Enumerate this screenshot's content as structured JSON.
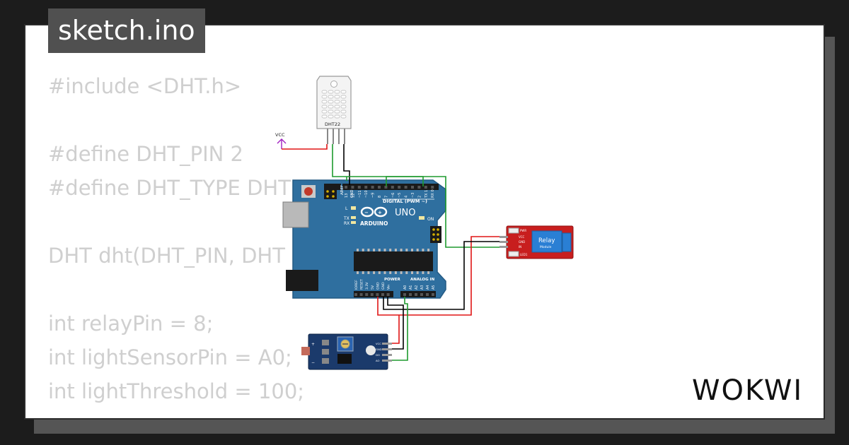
{
  "file_tab": {
    "title": "sketch.ino"
  },
  "code_lines": [
    "#include <DHT.h>",
    "",
    "#define DHT_PIN 2",
    "#define DHT_TYPE DHT",
    "",
    "DHT dht(DHT_PIN, DHT",
    "",
    "int relayPin = 8;",
    "int lightSensorPin = A0;",
    "int lightThreshold = 100;"
  ],
  "diagram": {
    "vcc_label": "VCC",
    "dht22": {
      "label": "DHT22"
    },
    "arduino": {
      "brand": "ARDUINO",
      "model": "UNO",
      "digital_label": "DIGITAL (PWM ~)",
      "power_label": "POWER",
      "analog_label": "ANALOG IN",
      "on_label": "ON",
      "l_label": "L",
      "tx_label": "TX",
      "rx_label": "RX",
      "aref_label": "AREF",
      "gnd_label": "GND",
      "digital_pins": [
        "13",
        "12",
        "~11",
        "~10",
        "~9",
        "8",
        "7",
        "~6",
        "~5",
        "4",
        "~3",
        "2",
        "TX 1",
        "RX 0"
      ],
      "power_pins": [
        "IOREF",
        "RESET",
        "3.3V",
        "5V",
        "GND",
        "GND",
        "Vin"
      ],
      "analog_pins": [
        "A0",
        "A1",
        "A2",
        "A3",
        "A4",
        "A5"
      ]
    },
    "relay": {
      "title": "Relay",
      "subtitle": "Module",
      "pins": [
        "VCC",
        "GND",
        "IN"
      ],
      "pwr_label": "PWR",
      "led_label": "LED1"
    },
    "light_sensor": {
      "pins": [
        "VCC",
        "GND",
        "DO",
        "AO"
      ],
      "plus_label": "+",
      "minus_label": "−"
    }
  },
  "brand": {
    "logo_text": "WOKWI"
  },
  "colors": {
    "background": "#1c1c1c",
    "card": "#ffffff",
    "code_text": "#cfcfcf",
    "tab_bg": "#505050",
    "arduino_board": "#2f6f9f",
    "relay_board": "#c81e1e",
    "relay_box": "#2a7fd4",
    "sensor_board": "#1b3a6b",
    "wire_red": "#e01515",
    "wire_black": "#000000",
    "wire_green": "#1e9a2e",
    "vcc_purple": "#a020c0"
  }
}
